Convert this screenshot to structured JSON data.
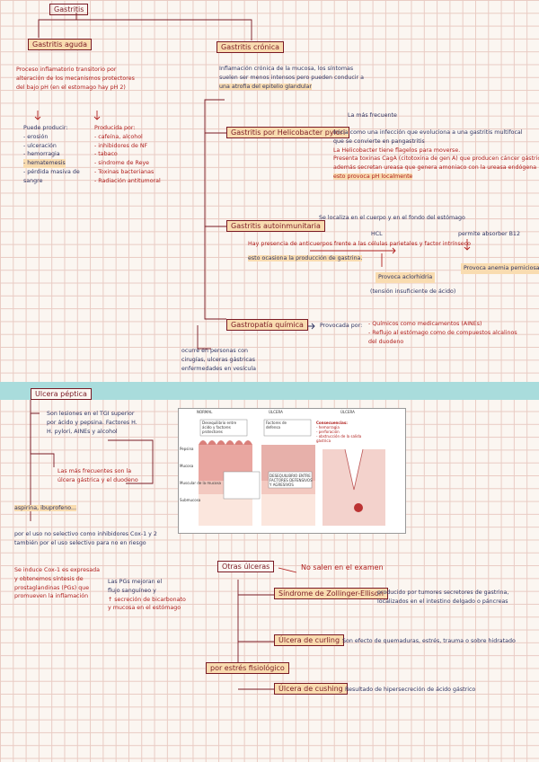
{
  "title": "Gastritis",
  "acute": {
    "box": "Gastritis aguda",
    "desc": [
      "Proceso inflamatorio transitorio por",
      "alteración de los mecanismos protectores",
      "del bajo pH (en el estomago hay pH 2)"
    ],
    "puede_title": "Puede producir:",
    "puede": [
      "- erosión",
      "- ulceración",
      "- hemorragia",
      "- hematemesis",
      "- pérdida masiva de",
      "  sangre"
    ],
    "producida_title": "Producida por:",
    "producida": [
      "- cafeína, alcohol",
      "- inhibidores de NF",
      "- tabaco",
      "- sindrome de Reye",
      "- Toxinas bacterianas",
      "- Radiación antitumoral"
    ]
  },
  "chronic": {
    "box": "Gastritis crónica",
    "desc": [
      "Inflamación crónica de la mucosa, los síntomas",
      "suelen ser menos intensos pero pueden conducir a",
      "una atrofia del epitelio glandular"
    ]
  },
  "hpylori": {
    "box": "Gastritis por Helicobacter pylori",
    "note": "La más frecuente",
    "lines": [
      "Inicia como una infección que evoluciona a una gastritis multifocal",
      "que se convierte en pangastritis",
      "La Helicobacter tiene flagelos para moverse.",
      "Presenta toxinas CagA (citotoxina de gen A) que producen cáncer gástrico",
      "además secretan ureasa que genera amoniaco con la ureasa endógena",
      "esto provoca pH localmente"
    ]
  },
  "autoimmune": {
    "box": "Gastritis autoinmunitaria",
    "note": "Se localiza en el cuerpo y en el fondo del estómago",
    "line1": "Hay presencia de anticuerpos frente a las células parietales y factor intrínseco",
    "line2": "esto ocasiona la producción de gastrina.",
    "hcl": "HCL",
    "absorb": "permite absorber B12",
    "aclorhidria": "Provoca aclorhidria",
    "anemia": "Provoca anemia perniciosa",
    "tension": "(tensión insuficiente de ácido)"
  },
  "chemical": {
    "box": "Gastropatía química",
    "provocada": "Provocada por:",
    "items": [
      "- Químicos como medicamentos (AINEs)",
      "- Reflujo al estómago como de compuestos alcalinos",
      "  del duodeno"
    ],
    "note": [
      "ocurre en personas con",
      "cirugías, ulceras gástricas",
      "enfermedades en vesícula"
    ]
  },
  "ulcer": {
    "box": "Ulcera péptica",
    "desc": [
      "Son lesiones en el TGI superior",
      "por ácido y pepsina. Factores H.",
      "H. pylori, AINEs y alcohol"
    ],
    "freq": [
      "Las más frecuentes son la",
      "úlcera gástrica y el duodeno"
    ],
    "aspirina": "aspirina, ibuprofeno...",
    "cox": [
      "por el uso no selectivo como inhibidores Cox-1 y 2",
      "también por el uso selectivo para no en riesgo"
    ],
    "cox1": [
      "Se induce Cox-1 es expresada",
      "y obtenemos síntesis de",
      "prostaglandinas (PGs) que",
      "promueven la inflamación"
    ],
    "pgs": [
      "Las PGs mejoran el",
      "flujo sanguíneo y",
      "↑ secreción de bicarbonato",
      "y mucosa en el estómago"
    ]
  },
  "figure": {
    "columns": [
      "NORMAL",
      "ÚLCERA",
      "ÚLCERA"
    ],
    "consecuencias_title": "Consecuencias:",
    "consecuencias": [
      "- hemorragia",
      "- perforación",
      "- obstrucción de la salida",
      "  gástrica"
    ],
    "left_labels": [
      "Pepsina",
      "Mucosa",
      "Muscular de la mucosa",
      "Submucosa"
    ],
    "box1": [
      "Desequilibrio entre",
      "ácido y factores",
      "protectores"
    ],
    "box2": [
      "Factores de",
      "defensa"
    ],
    "box3": [
      "DESEQUILIBRIO ENTRE",
      "FACTORES DEFENSIVOS",
      "Y AGRESIVOS"
    ]
  },
  "other": {
    "box": "Otras úlceras",
    "note": "No salen en el examen",
    "zollinger": "Síndrome de Zollinger-Ellison",
    "zollinger_desc": "producido por tumores secretores de gastrina,",
    "zollinger_desc2": "localizados en el intestino delgado o páncreas",
    "curling": "Úlcera de curling",
    "curling_desc": "Son efecto de quemaduras, estrés, trauma o sobre hidratado",
    "cushing": "Úlcera de cushing",
    "cushing_desc": "Resultado de hipersecreción de ácido gástrico",
    "stress": "por estrés fisiológico"
  }
}
